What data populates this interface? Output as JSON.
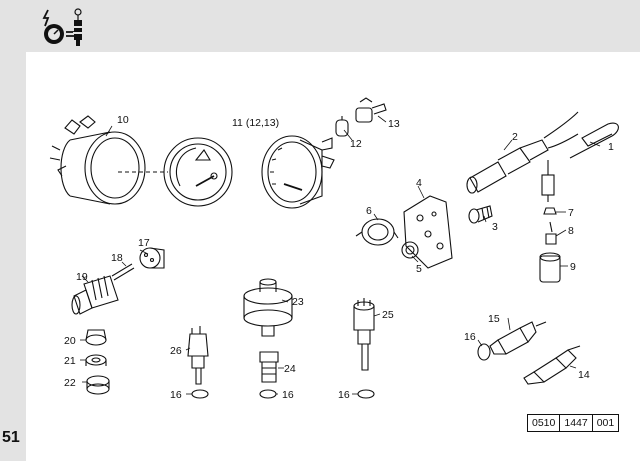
{
  "header": {
    "icon": "gauge-and-sensor-icon"
  },
  "page": {
    "number": "51"
  },
  "diagram": {
    "callouts": [
      {
        "id": "c1",
        "text": "1"
      },
      {
        "id": "c2",
        "text": "2"
      },
      {
        "id": "c3",
        "text": "3"
      },
      {
        "id": "c4",
        "text": "4"
      },
      {
        "id": "c5",
        "text": "5"
      },
      {
        "id": "c6",
        "text": "6"
      },
      {
        "id": "c7",
        "text": "7"
      },
      {
        "id": "c8",
        "text": "8"
      },
      {
        "id": "c9",
        "text": "9"
      },
      {
        "id": "c10",
        "text": "10"
      },
      {
        "id": "c11",
        "text": "11 (12,13)"
      },
      {
        "id": "c12",
        "text": "12"
      },
      {
        "id": "c13",
        "text": "13"
      },
      {
        "id": "c14",
        "text": "14"
      },
      {
        "id": "c15",
        "text": "15"
      },
      {
        "id": "c16a",
        "text": "16"
      },
      {
        "id": "c16b",
        "text": "16"
      },
      {
        "id": "c16c",
        "text": "16"
      },
      {
        "id": "c16d",
        "text": "16"
      },
      {
        "id": "c17",
        "text": "17"
      },
      {
        "id": "c18",
        "text": "18"
      },
      {
        "id": "c19",
        "text": "19"
      },
      {
        "id": "c20",
        "text": "20"
      },
      {
        "id": "c21",
        "text": "21"
      },
      {
        "id": "c22",
        "text": "22"
      },
      {
        "id": "c23",
        "text": "23"
      },
      {
        "id": "c24",
        "text": "24"
      },
      {
        "id": "c25",
        "text": "25"
      },
      {
        "id": "c26",
        "text": "26"
      }
    ]
  },
  "reference": {
    "part1": "0510",
    "part2": "1447",
    "part3": "001"
  }
}
